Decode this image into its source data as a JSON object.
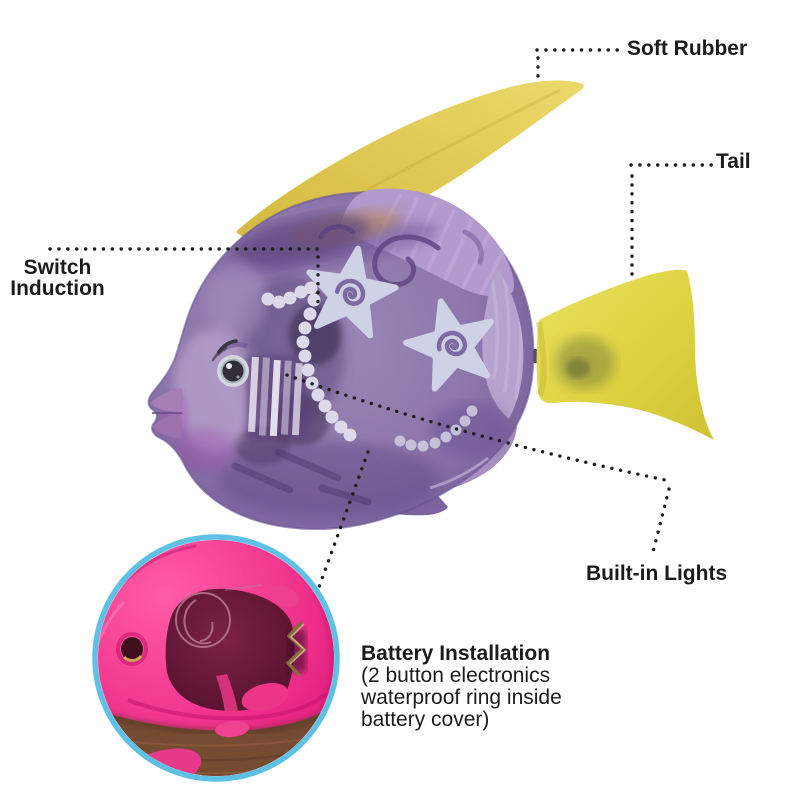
{
  "annotations": {
    "soft_rubber": {
      "label": "Soft Rubber"
    },
    "tail": {
      "label": "Tail"
    },
    "switch_induction": {
      "line1": "Switch",
      "line2": "Induction"
    },
    "built_in_lights": {
      "label": "Built-in Lights"
    },
    "battery": {
      "title": "Battery Installation",
      "desc_lines": [
        "(2 button electronics",
        "waterproof ring inside",
        "battery cover)"
      ]
    }
  },
  "illustration": {
    "subject": "purple robot fish toy with yellow dorsal spine and yellow tail",
    "inset": "pink battery cover photo inside light-blue circle on wood surface"
  },
  "colors": {
    "background": "#ffffff",
    "label-text": "#1b1b1b",
    "leader-dots": "#1f1f1f",
    "circle-ring": "#5ec1e4",
    "fin-yellow": "#ddc84a",
    "tail-yellow": "#ddd23f",
    "body-purple": "#8d77ab",
    "body-purple-light": "#b29ace",
    "body-purple-dark": "#5e4780",
    "star-fill": "#cfd1e6",
    "cover-pink": "#ee2e8a",
    "compartment-maroon": "#701d3d",
    "wood-brown": "#754b32"
  }
}
